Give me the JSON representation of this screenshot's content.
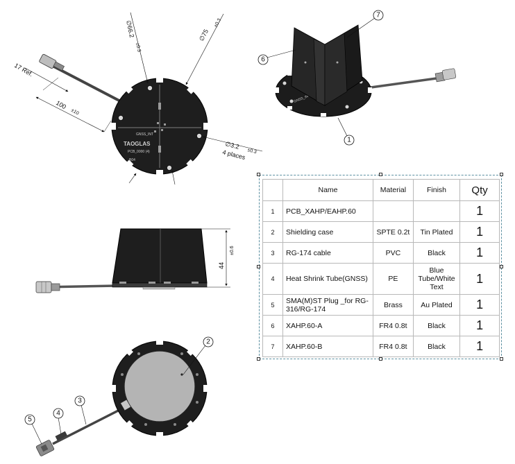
{
  "drawing": {
    "top_view": {
      "dim_diameter_small": "∅66.2",
      "dim_diameter_small_tol": "±0.3",
      "dim_diameter_large": "∅75",
      "dim_diameter_large_tol": "±0.3",
      "dim_cable_ref": "17 Ref.",
      "dim_cable_length": "100",
      "dim_cable_tol": "±10",
      "dim_hole": "∅3.2",
      "dim_hole_tol": "±0.3",
      "dim_hole_count": "4 places",
      "pcb_brand": "TAOGLAS",
      "pcb_label_gnss": "GNSS_INT",
      "pcb_label_part": "PCB_0000 (4)",
      "pcb_label_rev": "B04"
    },
    "side_view": {
      "dim_height": "44",
      "dim_height_tol": "±0.6"
    },
    "callouts": [
      "1",
      "2",
      "3",
      "4",
      "5",
      "6",
      "7"
    ]
  },
  "bom": {
    "headers": {
      "no": "",
      "name": "Name",
      "material": "Material",
      "finish": "Finish",
      "qty": "Qty"
    },
    "rows": [
      {
        "no": "1",
        "name": "PCB_XAHP/EAHP.60",
        "material": "",
        "finish": "",
        "qty": "1"
      },
      {
        "no": "2",
        "name": "Shielding case",
        "material": "SPTE 0.2t",
        "finish": "Tin Plated",
        "qty": "1"
      },
      {
        "no": "3",
        "name": "RG-174 cable",
        "material": "PVC",
        "finish": "Black",
        "qty": "1"
      },
      {
        "no": "4",
        "name": "Heat Shrink Tube(GNSS)",
        "material": "PE",
        "finish": "Blue Tube/White Text",
        "qty": "1"
      },
      {
        "no": "5",
        "name": "SMA(M)ST Plug _for RG-316/RG-174",
        "material": "Brass",
        "finish": "Au Plated",
        "qty": "1"
      },
      {
        "no": "6",
        "name": "XAHP.60-A",
        "material": "FR4 0.8t",
        "finish": "Black",
        "qty": "1"
      },
      {
        "no": "7",
        "name": "XAHP.60-B",
        "material": "FR4 0.8t",
        "finish": "Black",
        "qty": "1"
      }
    ]
  }
}
